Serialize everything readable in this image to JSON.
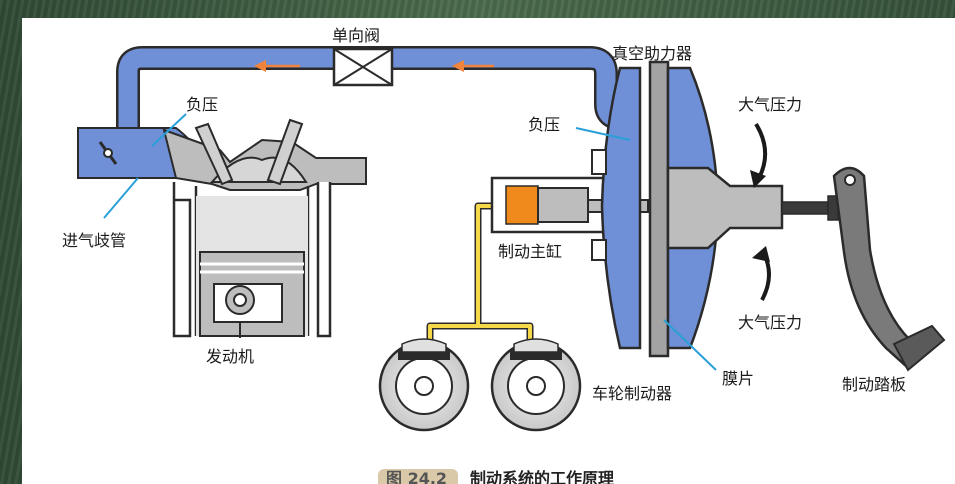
{
  "labels": {
    "check_valve": "单向阀",
    "vacuum_booster": "真空助力器",
    "negative_pressure_left": "负压",
    "negative_pressure_right": "负压",
    "atmospheric_pressure_top": "大气压力",
    "atmospheric_pressure_bottom": "大气压力",
    "intake_manifold": "进气歧管",
    "engine": "发动机",
    "master_cylinder": "制动主缸",
    "wheel_brake": "车轮制动器",
    "diaphragm": "膜片",
    "brake_pedal": "制动踏板"
  },
  "caption": {
    "figure_number": "图 24.2",
    "title": "制动系统的工作原理"
  },
  "colors": {
    "vacuum_blue": "#6f8fd6",
    "metal_gray": "#bdbdbd",
    "fluid_yellow": "#f5d94a",
    "piston_orange": "#f08a1c",
    "pointer_blue": "#2aa0d8",
    "flow_arrow": "#f0843c"
  }
}
